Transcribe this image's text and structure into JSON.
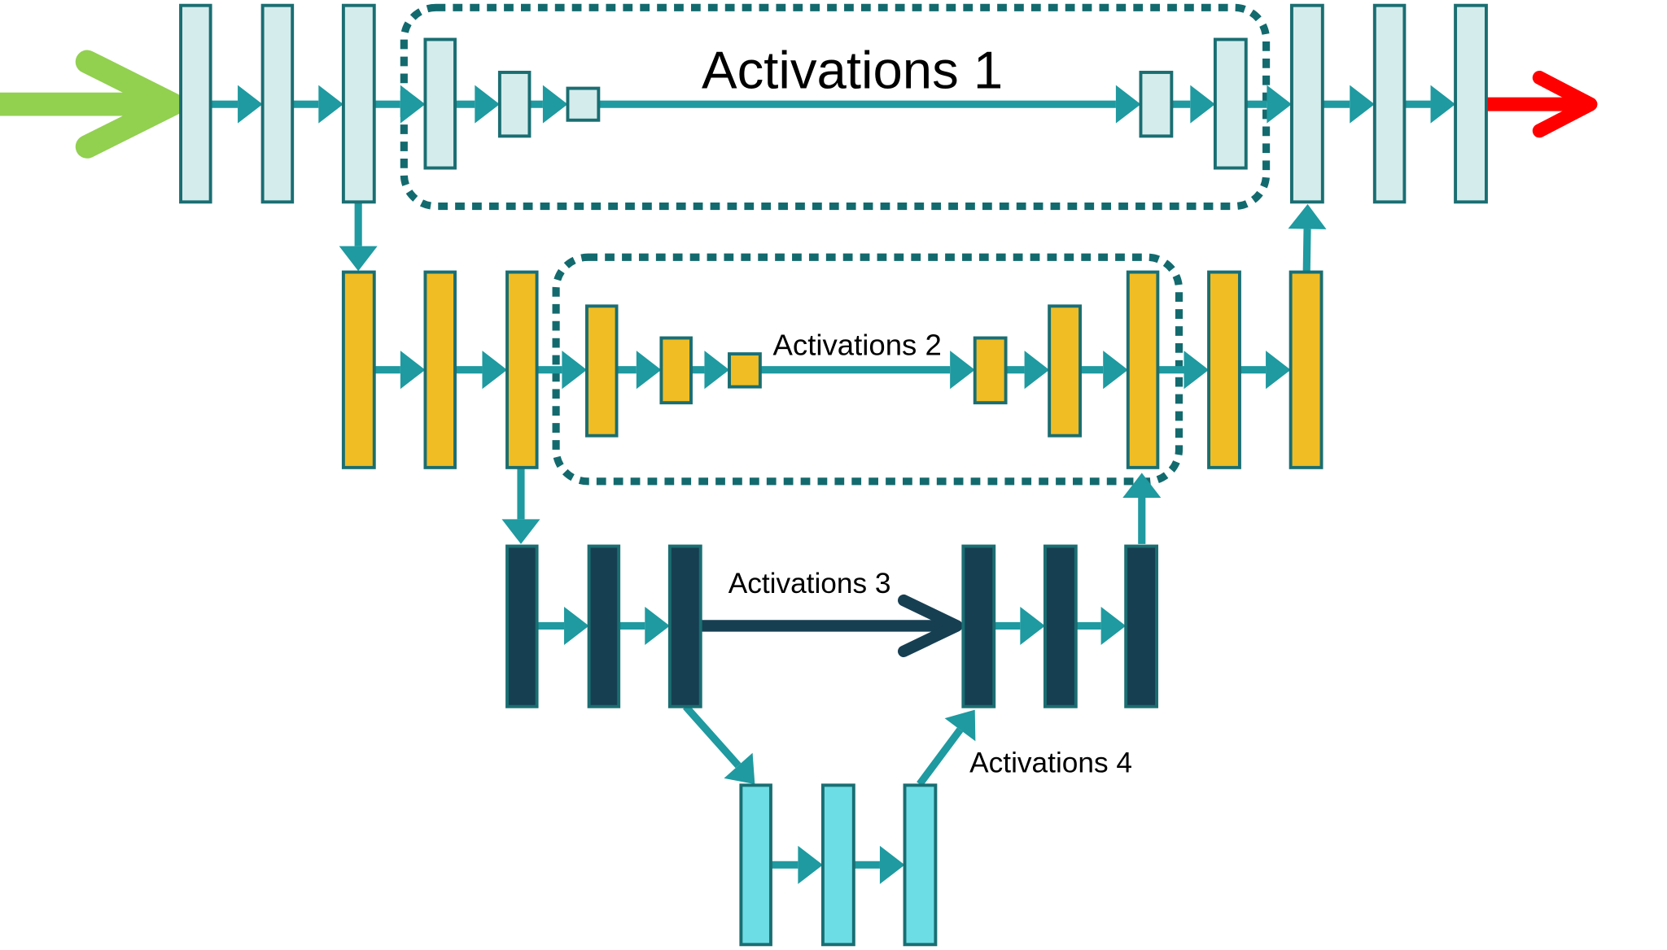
{
  "labels": {
    "activations_1": "Activations 1",
    "activations_2": "Activations 2",
    "activations_3": "Activations 3",
    "activations_4": "Activations 4"
  },
  "colors": {
    "level1_fill": "#d5ecec",
    "level2_fill": "#f0bd24",
    "level3_fill": "#163f52",
    "level4_fill": "#6ddde5",
    "box_stroke": "#1a6e72",
    "arrow": "#1e9aa0",
    "dashed_border": "#136a6e",
    "input_arrow": "#92d050",
    "output_arrow": "#ff0000",
    "skip_arrow": "#163f52"
  }
}
